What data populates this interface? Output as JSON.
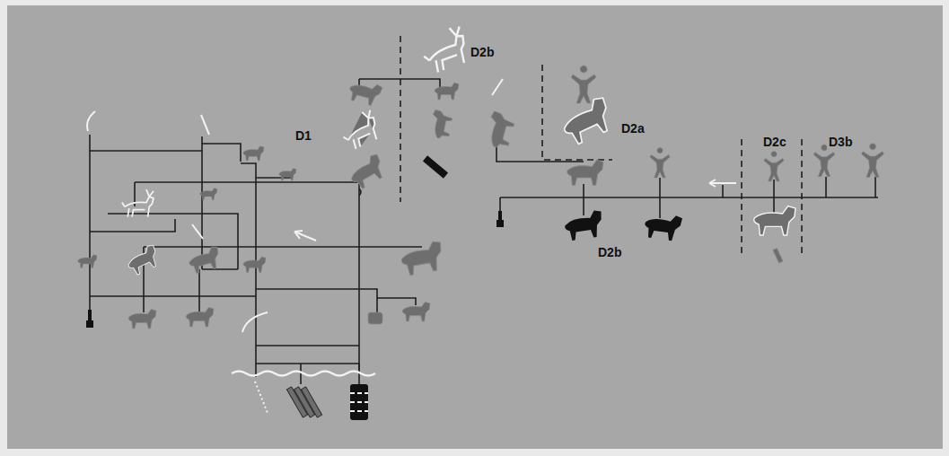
{
  "diagram": {
    "labels": [
      "D2b",
      "D1",
      "D2a",
      "D2b",
      "D2c",
      "D3b"
    ]
  }
}
